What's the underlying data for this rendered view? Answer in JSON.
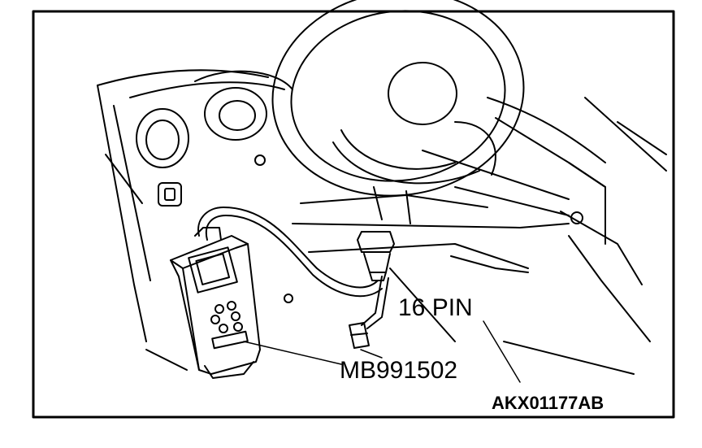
{
  "labels": {
    "connector": "16 PIN",
    "tool": "MB991502",
    "figure_code": "AKX01177AB"
  }
}
